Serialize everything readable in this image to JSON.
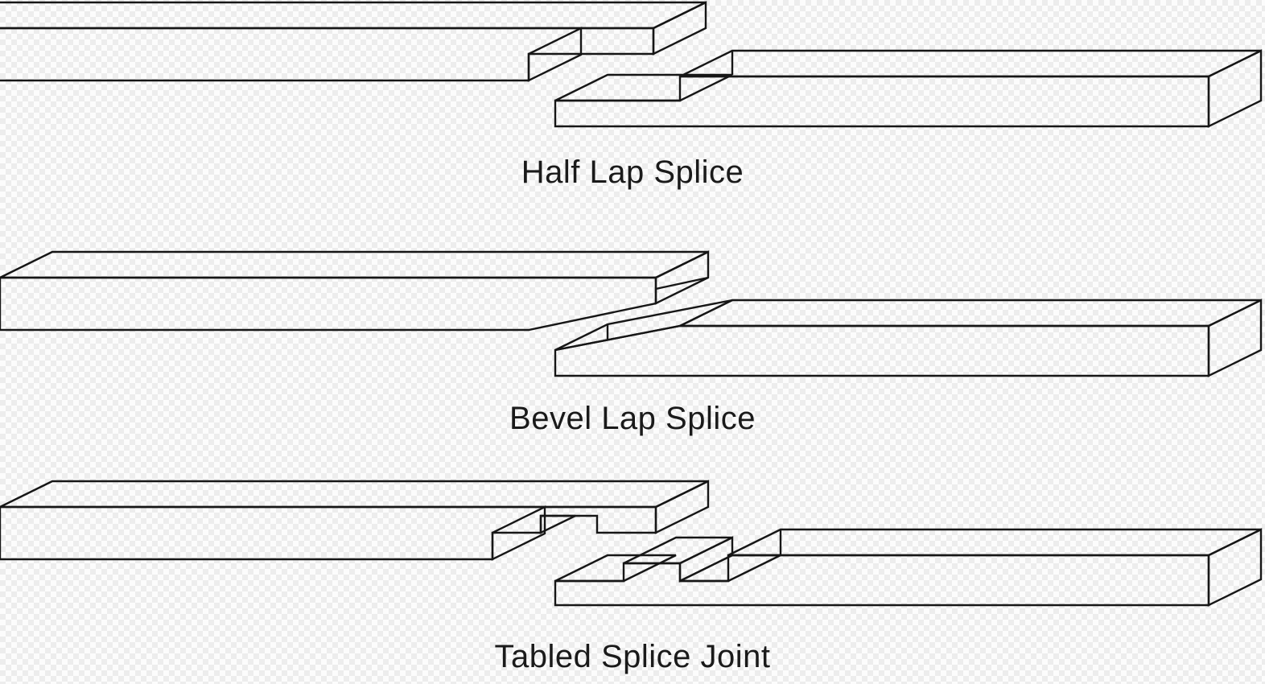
{
  "figure": {
    "description": "Line drawing of three timber splice joints on a transparency checkerboard background"
  },
  "diagrams": [
    {
      "label": "Half Lap Splice"
    },
    {
      "label": "Bevel Lap Splice"
    },
    {
      "label": "Tabled Splice Joint"
    }
  ],
  "colors": {
    "line": "#161616",
    "label_text": "#1a1a1a",
    "bg_base": "#fcfcfc",
    "bg_check": "#ededed"
  }
}
